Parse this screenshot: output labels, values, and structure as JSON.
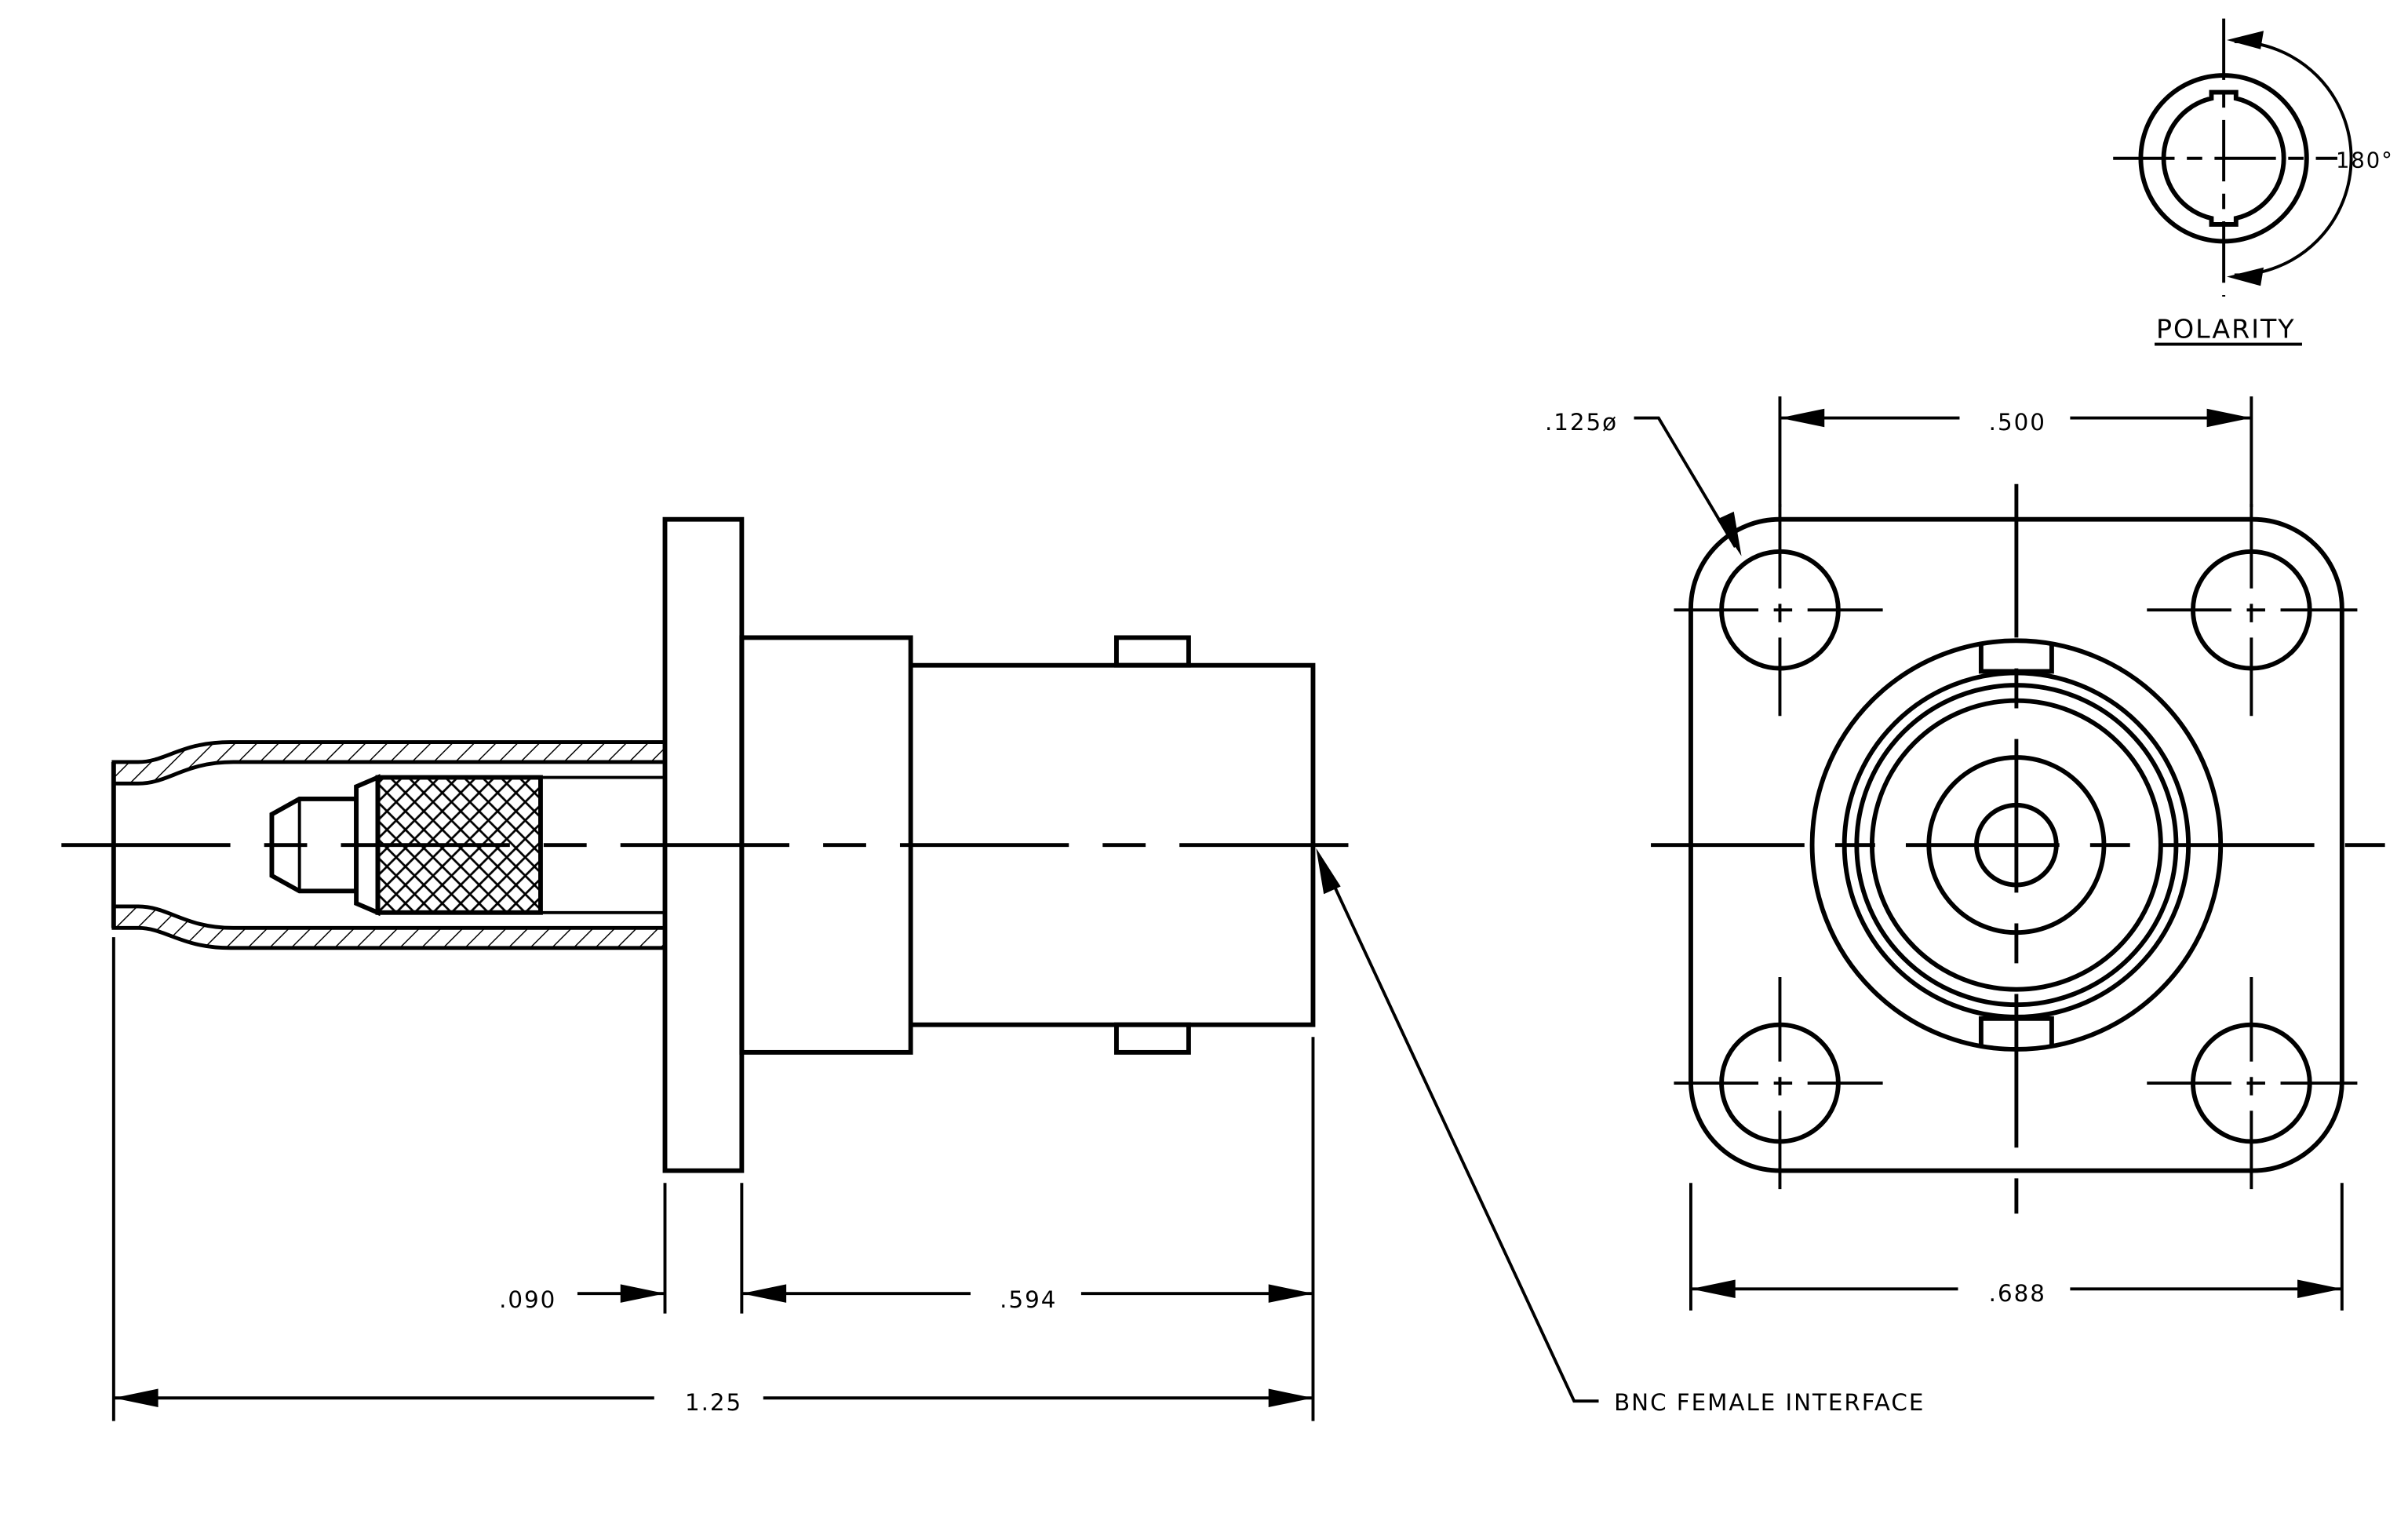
{
  "drawing": {
    "polarity": {
      "title": "POLARITY",
      "angle_label": "180°"
    },
    "dimensions": {
      "flange_thickness": ".090",
      "body_length": ".594",
      "overall_length": "1.25",
      "hole_spacing": ".500",
      "hole_diameter": ".125ø",
      "flange_width": ".688"
    },
    "callout": {
      "interface": "BNC FEMALE INTERFACE"
    }
  }
}
